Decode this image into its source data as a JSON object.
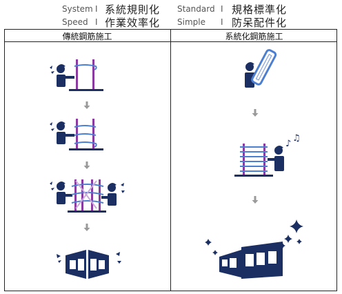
{
  "header": {
    "row1": {
      "left_en": "System",
      "left_sep": "I",
      "left_zh": "系統規則化",
      "right_en": "Standard",
      "right_sep": "I",
      "right_zh": "規格標準化"
    },
    "row2": {
      "left_en": "Speed",
      "left_sep": "I",
      "left_zh": "作業效率化",
      "right_en": "Simple",
      "right_sep": "I",
      "right_zh": "防呆配件化"
    }
  },
  "columns": {
    "left_title": "傳統鋼筋施工",
    "right_title": "系統化鋼筋施工"
  },
  "colors": {
    "navy": "#1c2f63",
    "purple": "#8b3aa0",
    "blue": "#4d7fd0",
    "light_blue": "#6e95dd",
    "arrow_gray": "#9a9a9a"
  }
}
